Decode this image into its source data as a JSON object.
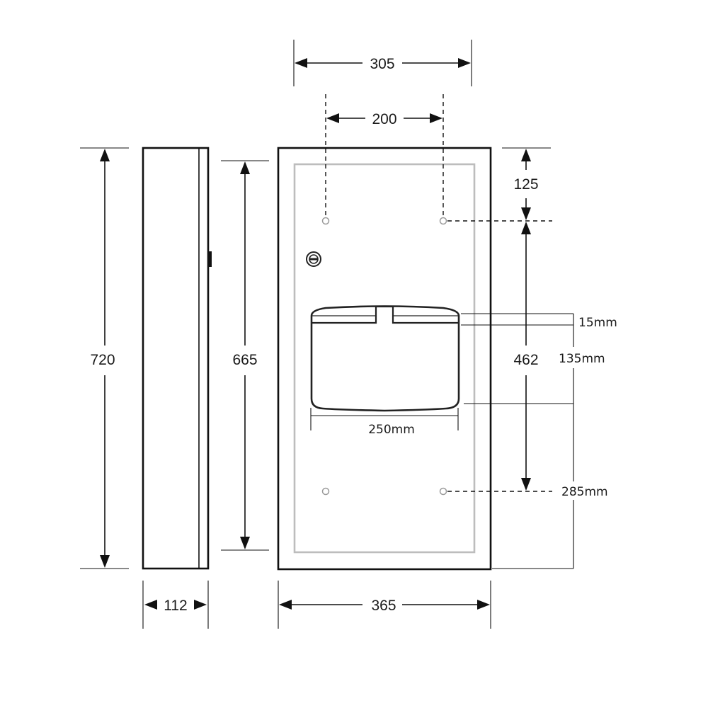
{
  "dimensions": {
    "top_overall_width": "305",
    "hole_spacing_width": "200",
    "side_height": "720",
    "front_inner_height": "665",
    "top_to_hole": "125",
    "hole_vertical_spacing": "462",
    "slot_lip": "15mm",
    "slot_depth": "135mm",
    "slot_width": "250mm",
    "hole_to_bottom": "285mm",
    "side_depth": "112",
    "front_width": "365"
  }
}
